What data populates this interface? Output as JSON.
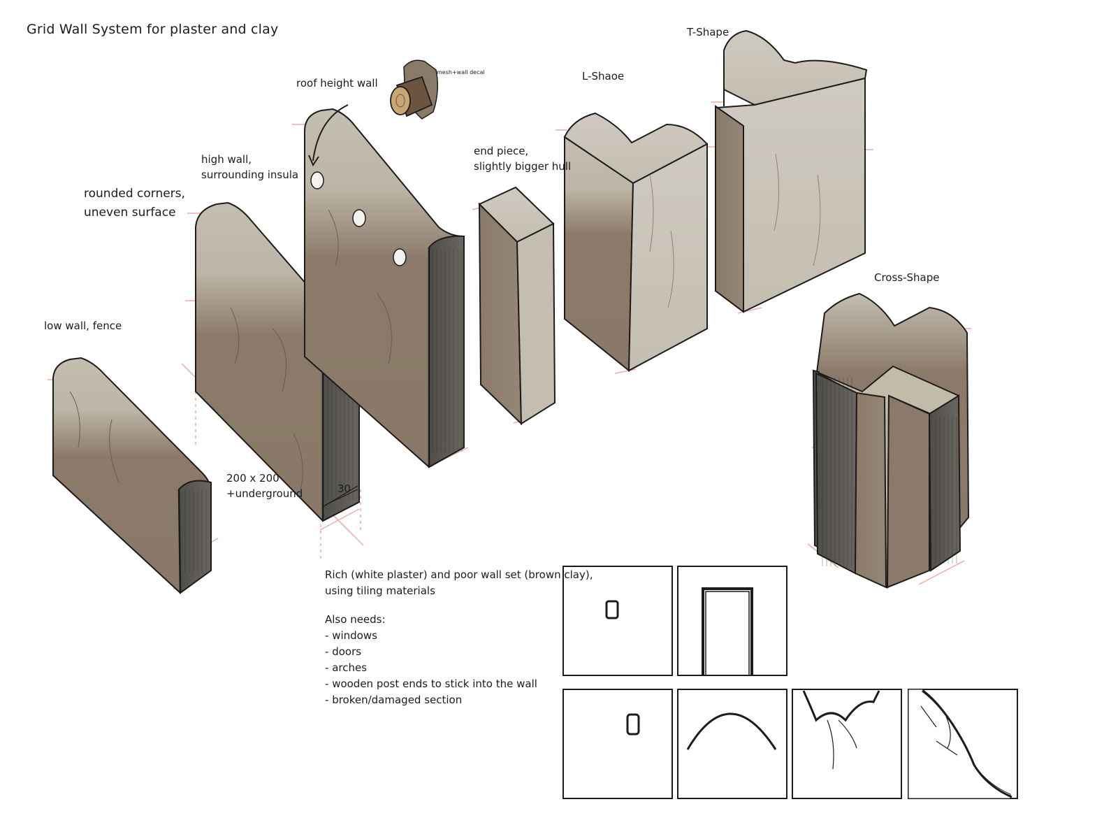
{
  "title": "Grid Wall System for plaster and clay",
  "labels": {
    "rounded": "rounded corners,\nuneven surface",
    "low_wall": "low wall, fence",
    "high_wall": "high wall,\nsurrounding insula",
    "roof_wall": "roof height wall",
    "mesh_decal": "mesh+wall decal",
    "end_piece": "end piece,\nslightly bigger hull",
    "l_shape": "L-Shaoe",
    "t_shape": "T-Shape",
    "cross_shape": "Cross-Shape",
    "dimension_200": "200 x 200\n+underground",
    "dimension_30": "30"
  },
  "notes": {
    "intro": "Rich (white plaster) and poor wall set (brown clay),\nusing tiling materials",
    "needs_title": "Also needs:",
    "items": [
      "windows",
      "doors",
      "arches",
      "wooden post ends to stick into the wall",
      "broken/damaged section"
    ]
  },
  "colors": {
    "clay_brown": "#8b7a69",
    "plaster_light": "#c4beb1",
    "shadow_dark": "#5c5a55",
    "guide_pink": "#f2a9a9",
    "ink": "#1c1c1c"
  }
}
